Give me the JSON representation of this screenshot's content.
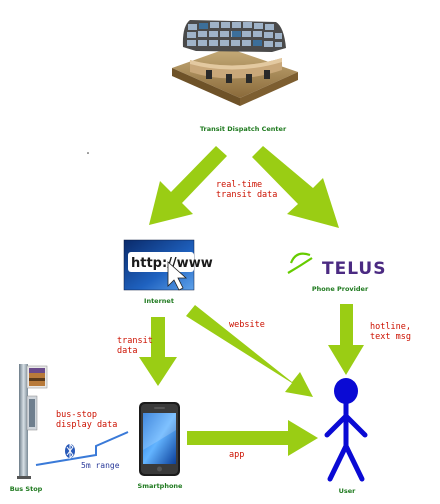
{
  "nodes": {
    "dispatch": {
      "label": "Transit Dispatch Center",
      "icon": "control-room-icon"
    },
    "internet": {
      "label": "Internet",
      "icon": "browser-url-icon",
      "url_text": "http://www"
    },
    "provider": {
      "label": "Phone Provider",
      "icon": "telus-logo-icon",
      "logo_text": "TELUS"
    },
    "smartphone": {
      "label": "Smartphone",
      "icon": "smartphone-icon"
    },
    "busstop": {
      "label": "Bus Stop",
      "icon": "bus-stop-sign-icon"
    },
    "user": {
      "label": "User",
      "icon": "stick-figure-icon"
    }
  },
  "edges": {
    "dispatch_to_internet": {
      "label_line1": "real-time",
      "label_line2": "transit data"
    },
    "dispatch_to_provider": {
      "label": ""
    },
    "internet_to_smartphone": {
      "label_line1": "transit",
      "label_line2": "data"
    },
    "internet_to_user": {
      "label": "website"
    },
    "provider_to_user": {
      "label_line1": "hotline,",
      "label_line2": "text msg"
    },
    "smartphone_to_user": {
      "label": "app"
    },
    "smartphone_to_busstop": {
      "label_line1": "bus-stop",
      "label_line2": "display data",
      "range": "5m range",
      "icon": "bluetooth-icon"
    }
  },
  "colors": {
    "arrow": "#9acd14",
    "node_label": "#1f7a1f",
    "edge_label": "#cc1100",
    "range_label": "#2a3a9a",
    "user": "#0a0ad4",
    "telus_purple": "#4b2a82",
    "telus_green": "#66cc00"
  }
}
